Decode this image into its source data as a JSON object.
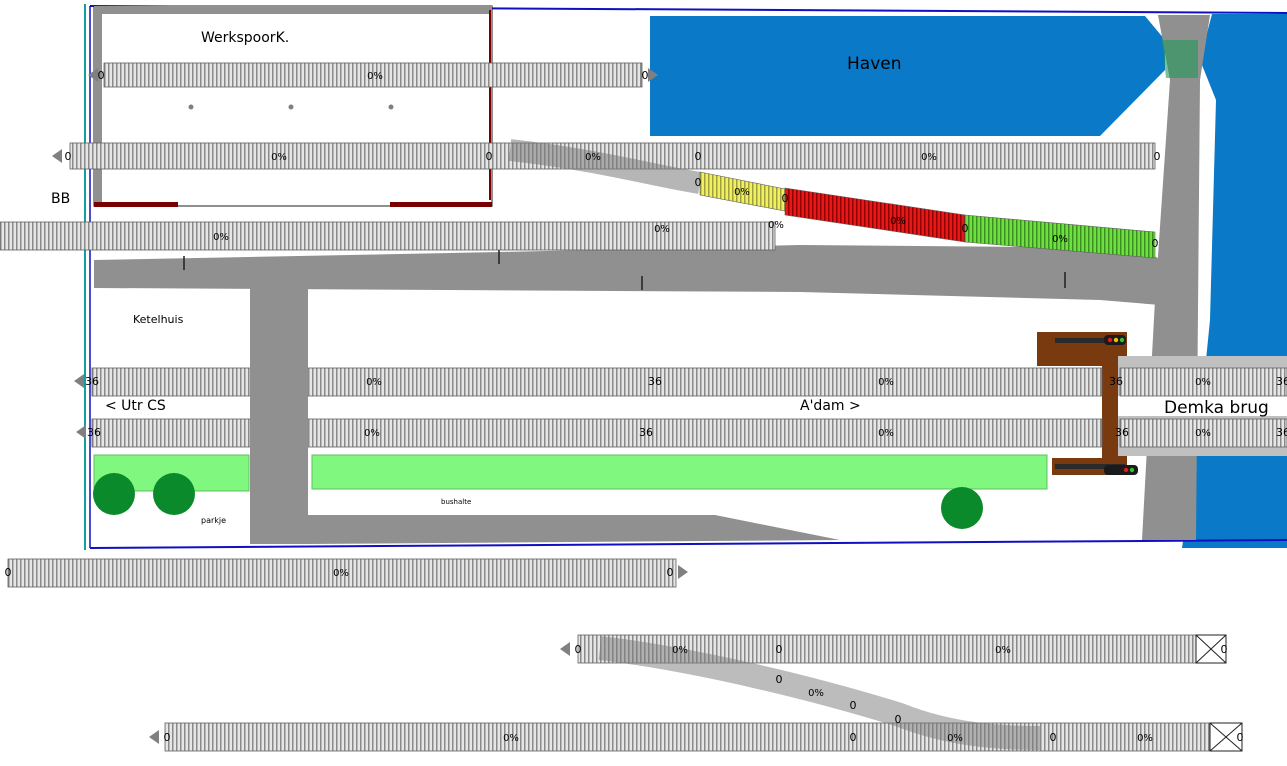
{
  "labels": {
    "haven": "Haven",
    "werkspoor": "WerkspoorK.",
    "bb": "BB",
    "ketelhuis": "Ketelhuis",
    "utr_cs": "<  Utr CS",
    "adam": "A'dam >",
    "demka_brug": "Demka brug",
    "parkje": "parkje",
    "bushalte": "bushalte"
  },
  "track_markers": {
    "grade": "0%",
    "zero": "0",
    "speed": "36"
  },
  "colors": {
    "water": "#0a7ac8",
    "road": "#909090",
    "grass": "#80f880",
    "tree": "#0a8a2a",
    "platform_brown": "#7a3a10",
    "section_yellow": "#f0f060",
    "section_red": "#e81818",
    "section_green": "#70e040",
    "boundary_blue": "#1010c0",
    "boundary_teal": "#10a0a0",
    "shed_wall": "#7a0000"
  }
}
